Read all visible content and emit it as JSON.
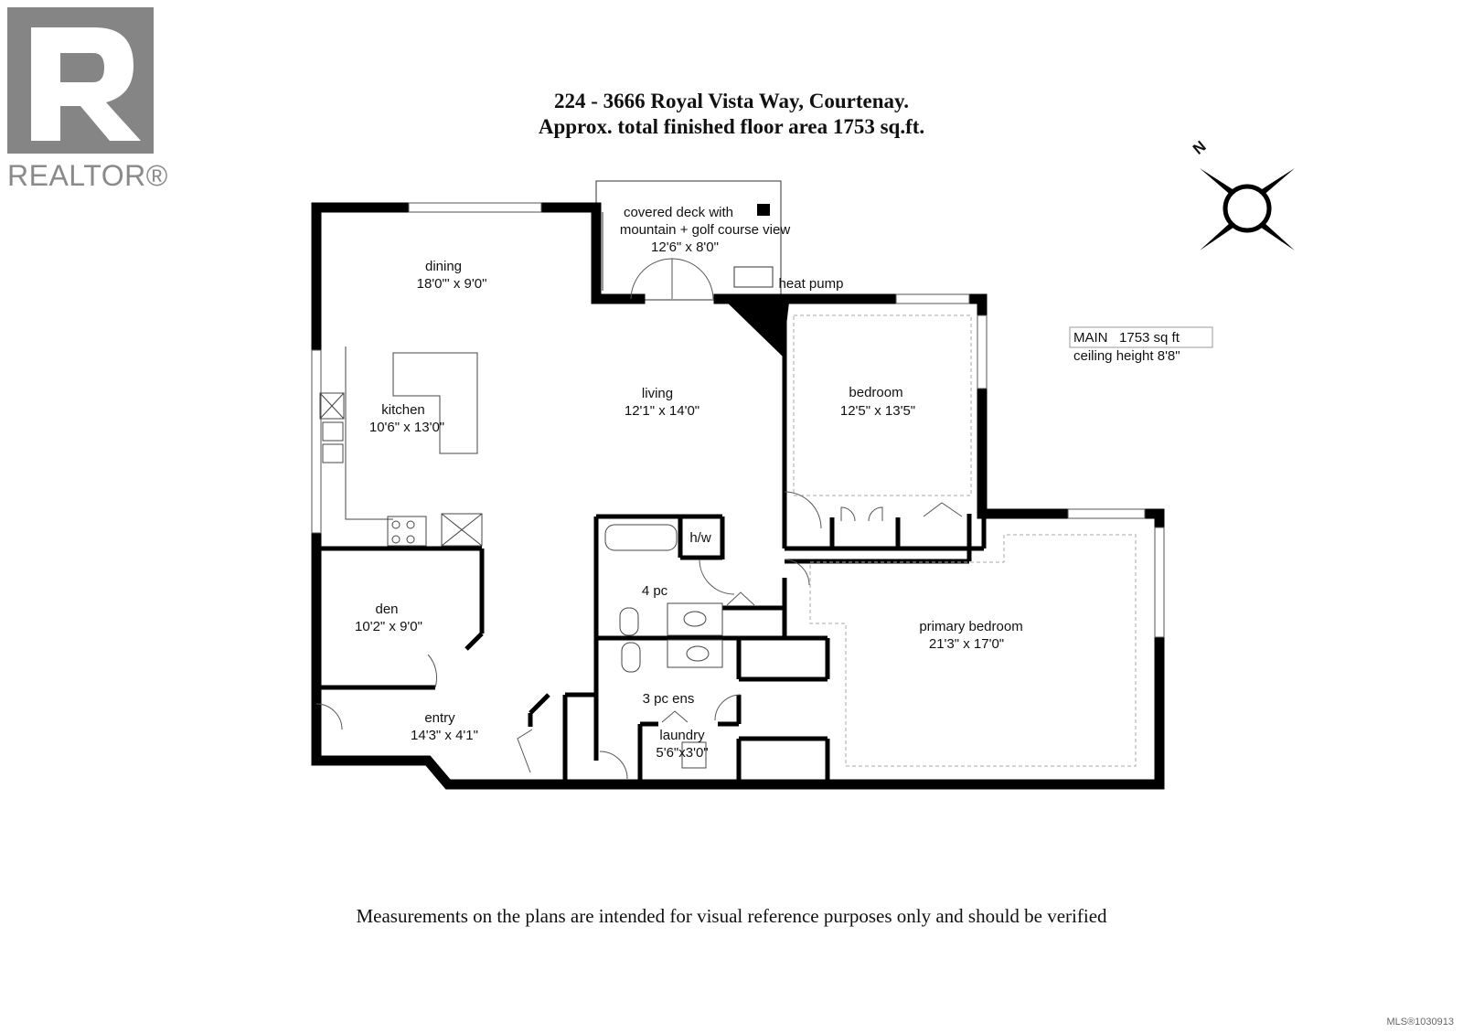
{
  "logo": {
    "text": "REALTOR®"
  },
  "header": {
    "address": "224 - 3666 Royal Vista Way, Courtenay.",
    "area_line": "Approx. total finished floor area 1753 sq.ft."
  },
  "compass": {
    "north_label": "N"
  },
  "summary": {
    "level": "MAIN",
    "area": "1753 sq ft",
    "ceiling": "ceiling height 8'8\""
  },
  "rooms": {
    "deck": {
      "name_line1": "covered deck with",
      "name_line2": "mountain + golf course view",
      "dims": "12'6\" x 8'0\""
    },
    "heat_pump": "heat pump",
    "dining": {
      "name": "dining",
      "dims": "18'0\"' x 9'0\""
    },
    "kitchen": {
      "name": "kitchen",
      "dims": "10'6\" x 13'0\""
    },
    "living": {
      "name": "living",
      "dims": "12'1\" x 14'0\""
    },
    "bedroom": {
      "name": "bedroom",
      "dims": "12'5\" x 13'5\""
    },
    "primary_bedroom": {
      "name": "primary bedroom",
      "dims": "21'3\" x 17'0\""
    },
    "den": {
      "name": "den",
      "dims": "10'2\" x 9'0\""
    },
    "bath_4pc": {
      "name": "4 pc"
    },
    "hot_water": "h/w",
    "ensuite_3pc": {
      "name": "3 pc ens"
    },
    "entry": {
      "name": "entry",
      "dims": "14'3\" x 4'1\""
    },
    "laundry": {
      "name": "laundry",
      "dims": "5'6\"x3'0\""
    }
  },
  "footer": {
    "disclaimer": "Measurements on the plans are intended for visual reference purposes only and should be verified"
  },
  "mls": "MLS®1030913"
}
